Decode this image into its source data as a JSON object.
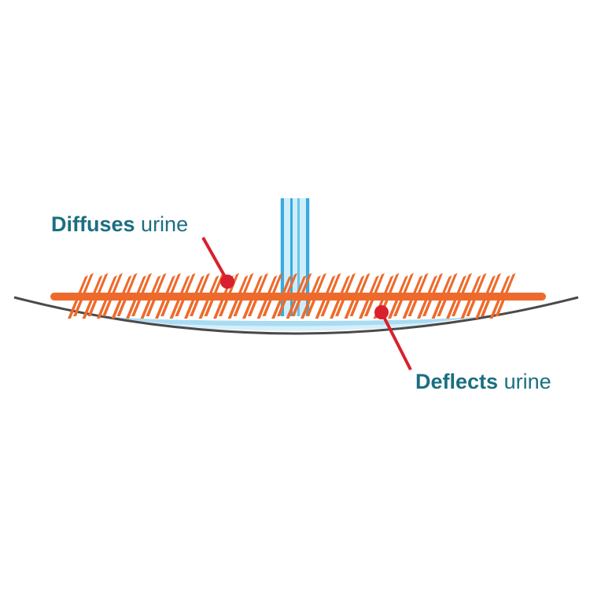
{
  "labels": {
    "diffuses": {
      "bold": "Diffuses",
      "light": "urine"
    },
    "deflects": {
      "bold": "Deflects",
      "light": "urine"
    }
  },
  "colors": {
    "text": "#1b6f80",
    "bristles": "#ee6a2c",
    "pointer": "#d9202e",
    "water": "#a9dcf3",
    "stream": "#3aa9e0",
    "bowl": "#4a4a4a"
  }
}
